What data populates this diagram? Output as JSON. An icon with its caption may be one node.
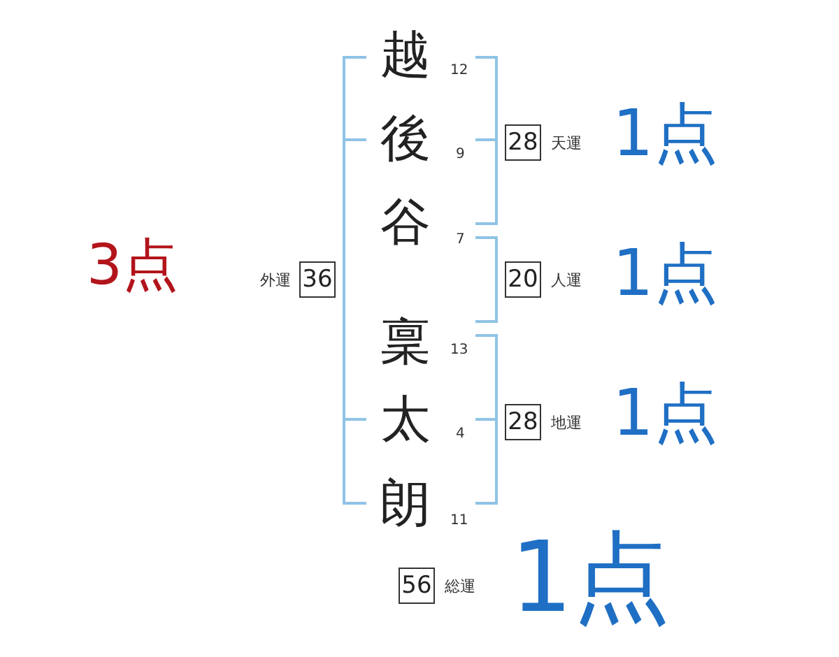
{
  "diagram": {
    "nodes": [
      {
        "text": [
          "28"
        ],
        "beside": [
          "天運"
        ]
      },
      {
        "text": [
          "36"
        ],
        "beside": [
          "外運"
        ]
      },
      {
        "text": [
          "20"
        ],
        "beside": [
          "人運"
        ]
      },
      {
        "text": [
          "28"
        ],
        "beside": [
          "地運"
        ]
      },
      {
        "text": [
          "56"
        ],
        "beside": [
          "総運"
        ]
      }
    ],
    "labels": [
      "越",
      "12",
      "後",
      "9",
      "谷",
      "7",
      "稟",
      "13",
      "太",
      "4",
      "朗",
      "11",
      "1点",
      "3点",
      "1点",
      "1点",
      "1点"
    ]
  }
}
